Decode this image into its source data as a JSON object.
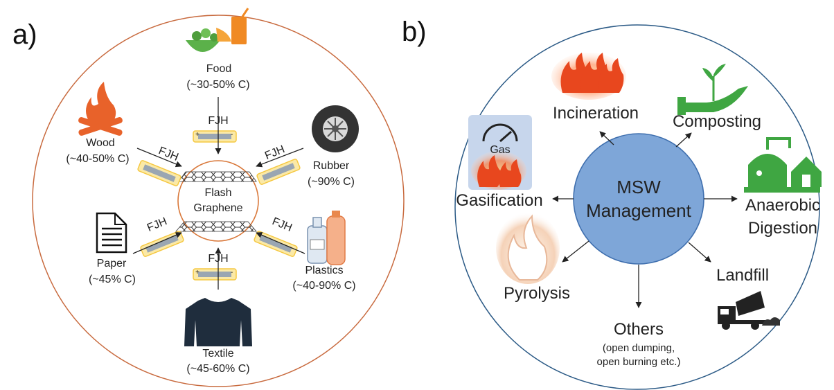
{
  "panel_a": {
    "label": "a)",
    "center": [
      "Flash",
      "Graphene"
    ],
    "process": "FJH",
    "sources": [
      {
        "name": "Food",
        "carbon": "(~30-50% C)",
        "icon": "food-icon"
      },
      {
        "name": "Rubber",
        "carbon": "(~90% C)",
        "icon": "tire-icon"
      },
      {
        "name": "Plastics",
        "carbon": "(~40-90% C)",
        "icon": "bottles-icon"
      },
      {
        "name": "Textile",
        "carbon": "(~45-60% C)",
        "icon": "shirt-icon"
      },
      {
        "name": "Paper",
        "carbon": "(~45% C)",
        "icon": "document-icon"
      },
      {
        "name": "Wood",
        "carbon": "(~40-50% C)",
        "icon": "campfire-icon"
      }
    ]
  },
  "panel_b": {
    "label": "b)",
    "center": [
      "MSW",
      "Management"
    ],
    "methods": [
      {
        "name": "Incineration",
        "icon": "fire-icon"
      },
      {
        "name": "Composting",
        "icon": "plant-in-hand-icon"
      },
      {
        "name": "Anaerobic",
        "name2": "Digestion",
        "icon": "digester-icon"
      },
      {
        "name": "Landfill",
        "icon": "dump-truck-icon"
      },
      {
        "name": "Others",
        "note1": "(open dumping,",
        "note2": "open burning etc.)"
      },
      {
        "name": "Pyrolysis",
        "icon": "flame-icon"
      },
      {
        "name": "Gasification",
        "icon": "gauge-fire-icon",
        "badge": "Gas"
      }
    ]
  },
  "colors": {
    "outer_circle_a": "#c86a3e",
    "inner_circle_a": "#d9783a",
    "outer_circle_b": "#2b5a86",
    "center_fill_b": "#7ea6d8",
    "center_stroke_b": "#3f6fae",
    "fjh_chip": "#f5c842"
  }
}
